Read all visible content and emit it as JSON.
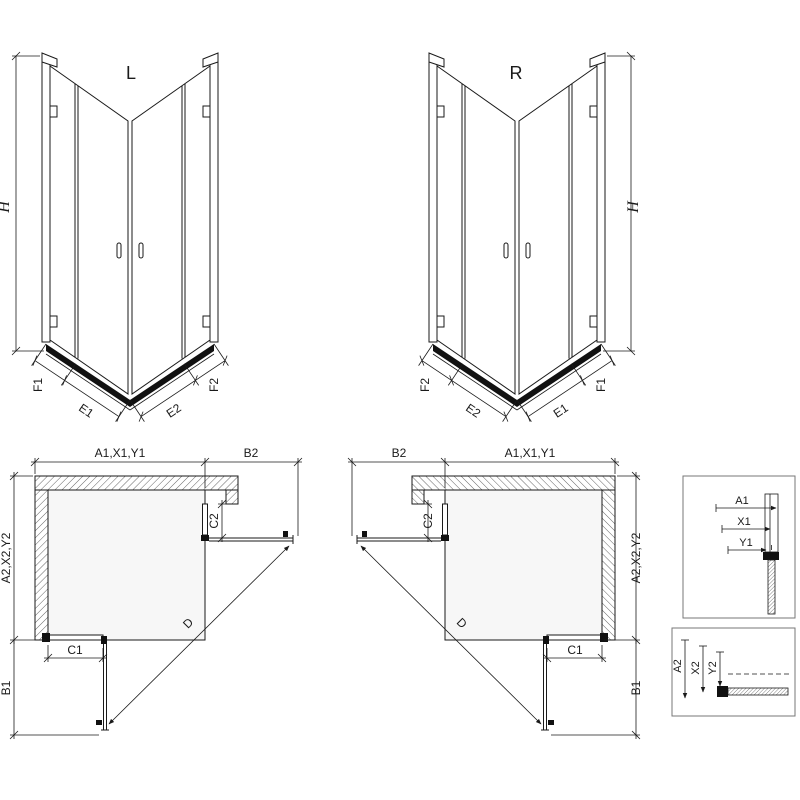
{
  "page": {
    "background_color": "#ffffff",
    "line_color": "#1a1a1a",
    "tray_color": "#111111",
    "glass_fill": "#f7f7f7"
  },
  "iso_left": {
    "title": "L",
    "height_label": "H",
    "bottom_labels": [
      "F1",
      "E1",
      "E2",
      "F2"
    ]
  },
  "iso_right": {
    "title": "R",
    "height_label": "H",
    "bottom_labels": [
      "F2",
      "E2",
      "E1",
      "F1"
    ]
  },
  "plan_left": {
    "width_label": "A1,X1,Y1",
    "door_width_label": "B2",
    "depth_label": "A2,X2,Y2",
    "fixed_top_label": "C2",
    "fixed_side_label": "C1",
    "door_height_label": "B1",
    "diagonal_label": "D"
  },
  "plan_right": {
    "width_label": "A1,X1,Y1",
    "door_width_label": "B2",
    "depth_label": "A2,X2,Y2",
    "fixed_top_label": "C2",
    "fixed_side_label": "C1",
    "door_height_label": "B1",
    "diagonal_label": "D"
  },
  "detail_top": {
    "labels": [
      "A1",
      "X1",
      "Y1"
    ]
  },
  "detail_bottom": {
    "labels": [
      "A2",
      "X2",
      "Y2"
    ]
  }
}
